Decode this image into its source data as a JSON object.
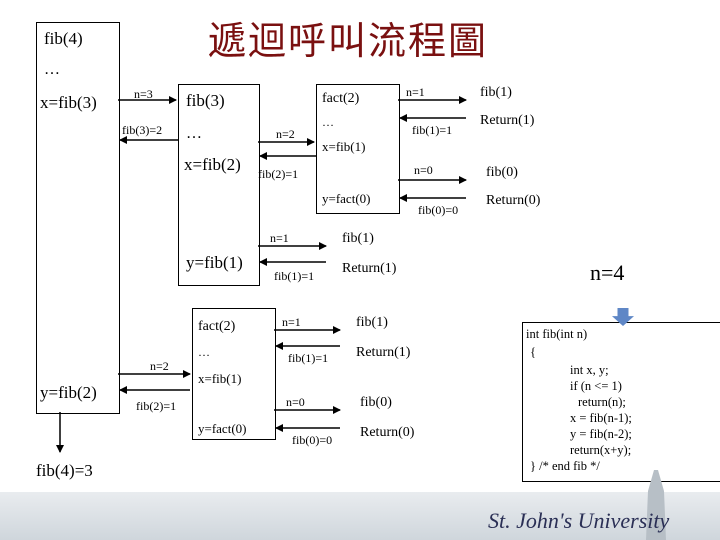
{
  "title": "遞迴呼叫流程圖",
  "main": {
    "call": "fib(4)",
    "dots": "…",
    "assign3": "x=fib(3)",
    "assign2": "y=fib(2)",
    "result": "fib(4)=3"
  },
  "fib3": {
    "call": "fib(3)",
    "dots": "…",
    "assign2": "x=fib(2)",
    "assign1": "y=fib(1)"
  },
  "fib2a": {
    "call": "fact(2)",
    "dots": "…",
    "assign1": "x=fib(1)",
    "assign0": "y=fact(0)"
  },
  "fib2b": {
    "call": "fact(2)",
    "dots": "…",
    "assign1": "x=fib(1)",
    "assign0": "y=fact(0)"
  },
  "labels": {
    "n3": "n=3",
    "fib3ret": "fib(3)=2",
    "n2a": "n=2",
    "fib2ret_a": "fib(2)=1",
    "n1a": "n=1",
    "fib1ret_a": "fib(1)=1",
    "n0a": "n=0",
    "fib0ret_a": "fib(0)=0",
    "n1b": "n=1",
    "fib1ret_b": "fib(1)=1",
    "n2b": "n=2",
    "fib2ret_b": "fib(2)=1",
    "n1c": "n=1",
    "fib1ret_c": "fib(1)=1",
    "n0b": "n=0",
    "fib0ret_b": "fib(0)=0"
  },
  "leaves": {
    "a1_call": "fib(1)",
    "a1_ret": "Return(1)",
    "a0_call": "fib(0)",
    "a0_ret": "Return(0)",
    "b1_call": "fib(1)",
    "b1_ret": "Return(1)",
    "c1_call": "fib(1)",
    "c1_ret": "Return(1)",
    "c0_call": "fib(0)",
    "c0_ret": "Return(0)"
  },
  "n4": "n=4",
  "code": {
    "line1": "int fib(int n)",
    "line2": "{",
    "line3": "int x, y;",
    "line4": "if (n <= 1)",
    "line5": "return(n);",
    "line6": "x = fib(n-1);",
    "line7": "y = fib(n-2);",
    "line8": "return(x+y);",
    "line9": "} /* end fib */"
  },
  "footer": {
    "university": "St. John's University"
  }
}
